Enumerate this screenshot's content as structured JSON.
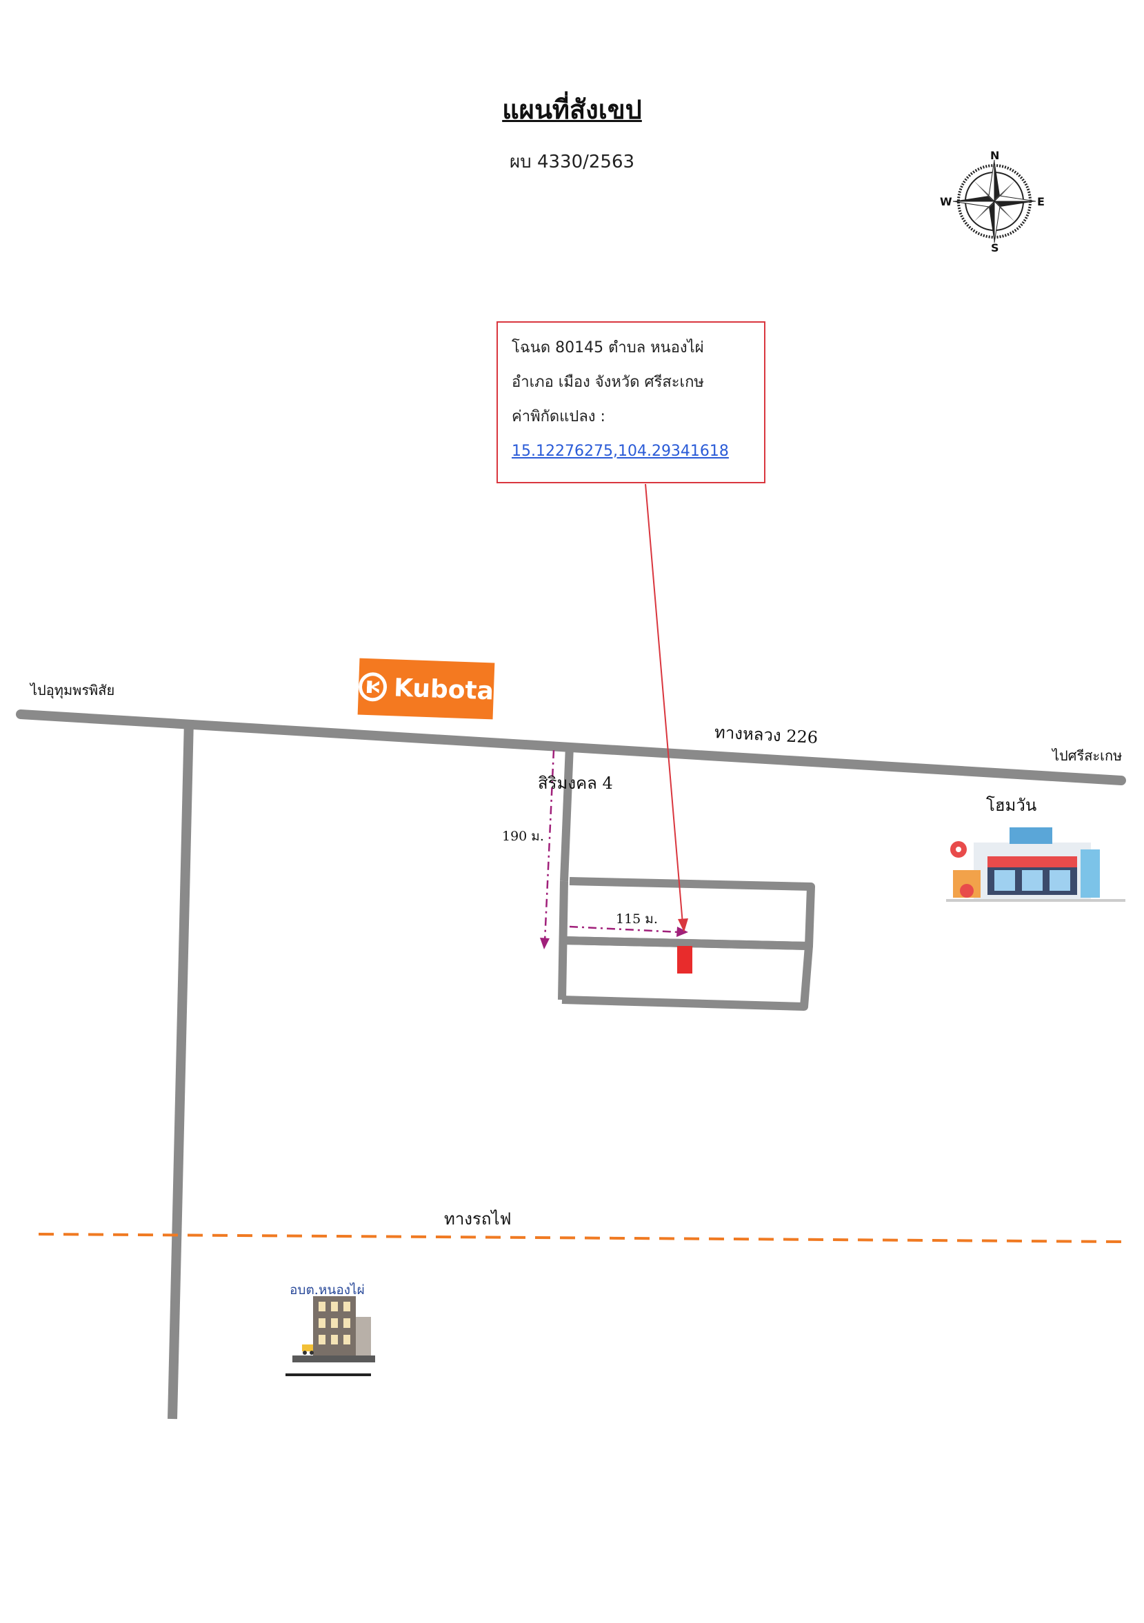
{
  "title": "แผนที่สังเขป",
  "subtitle": "ผบ 4330/2563",
  "compass": {
    "n": "N",
    "s": "S",
    "e": "E",
    "w": "W"
  },
  "info_box": {
    "line1": "โฉนด 80145  ตำบล หนองไผ่",
    "line2": "อำเภอ เมือง จังหวัด ศรีสะเกษ",
    "line3": "ค่าพิกัดแปลง :",
    "coordinates": "15.12276275,104.29341618"
  },
  "roads": {
    "to_west": "ไปอุทุมพรพิสัย",
    "highway": "ทางหลวง 226",
    "to_east": "ไปศรีสะเกษ",
    "soi": "สิริมงคล 4",
    "railway": "ทางรถไฟ"
  },
  "landmarks": {
    "kubota": "Kubota",
    "homepro": "โฮมวัน",
    "obt": "อบต.หนองไผ่"
  },
  "distances": {
    "vertical": "190 ม.",
    "horizontal": "115 ม."
  },
  "colors": {
    "road": "#8a8a8a",
    "railway": "#f07a22",
    "dimension": "#a0207a",
    "parcel": "#e82c2c",
    "pointer": "#d9363e"
  }
}
